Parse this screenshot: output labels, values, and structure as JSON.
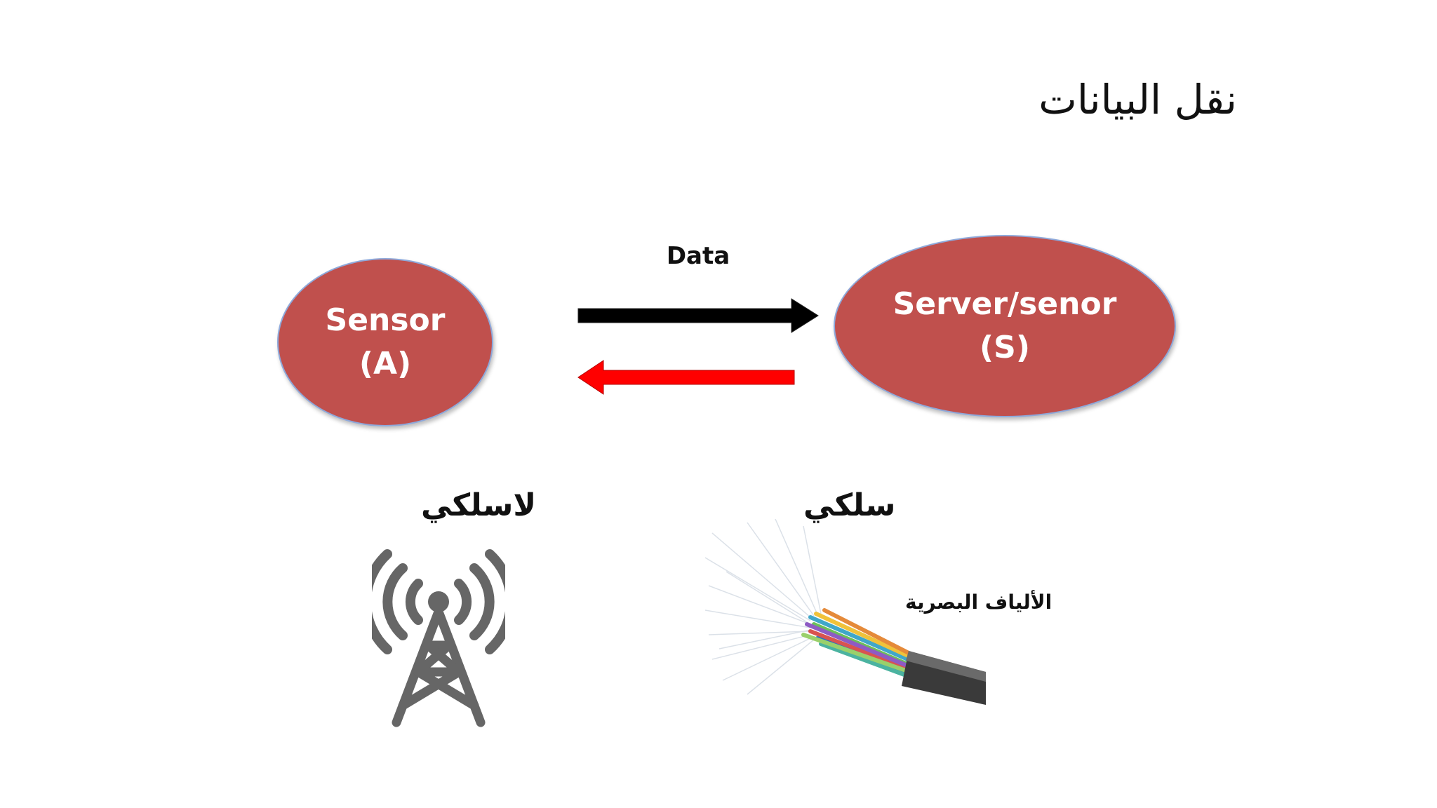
{
  "slide": {
    "title": "نقل البيانات",
    "data_label": "Data",
    "sensor": {
      "line1": "Sensor",
      "line2": "(A)"
    },
    "server": {
      "line1": "Server/senor",
      "line2": "(S)"
    },
    "wireless_label": "لاسلكي",
    "wired_label": "سلكي",
    "fiber_label": "الألياف البصرية",
    "icons": [
      "wireless-tower-icon",
      "fiber-optic-cable-icon"
    ],
    "colors": {
      "ellipse_fill": "#c0504d",
      "ellipse_border": "#8ea9db",
      "forward_arrow": "#000000",
      "return_arrow": "#ff0000",
      "tower": "#666666"
    }
  }
}
